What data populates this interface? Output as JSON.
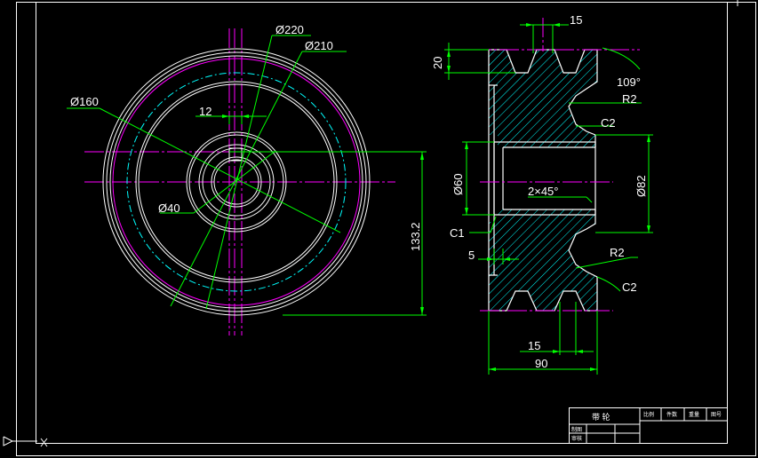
{
  "colors": {
    "background": "#000000",
    "outline": "#ffffff",
    "dimension": "#00ff00",
    "center_line": "#ff00ff",
    "pitch_circle": "#00ffff",
    "hatch": "#00ffff"
  },
  "front_view": {
    "dia_220": "Ø220",
    "dia_210": "Ø210",
    "dia_160": "Ø160",
    "dia_40": "Ø40",
    "width_12": "12",
    "height_133": "133.2"
  },
  "section_view": {
    "top_15": "15",
    "groove_depth": "20",
    "angle": "109°",
    "r2_top": "R2",
    "c2_top": "C2",
    "dia_82": "Ø82",
    "dia_60": "Ø60",
    "chamfer": "2×45°",
    "c1": "C1",
    "five": "5",
    "r2_bottom": "R2",
    "c2_bottom": "C2",
    "bottom_15": "15",
    "width_90": "90"
  },
  "title_block": {
    "part_name": "带 轮",
    "cells": [
      "比例",
      "件数",
      "重量",
      "图号",
      "制图",
      "审核"
    ]
  }
}
